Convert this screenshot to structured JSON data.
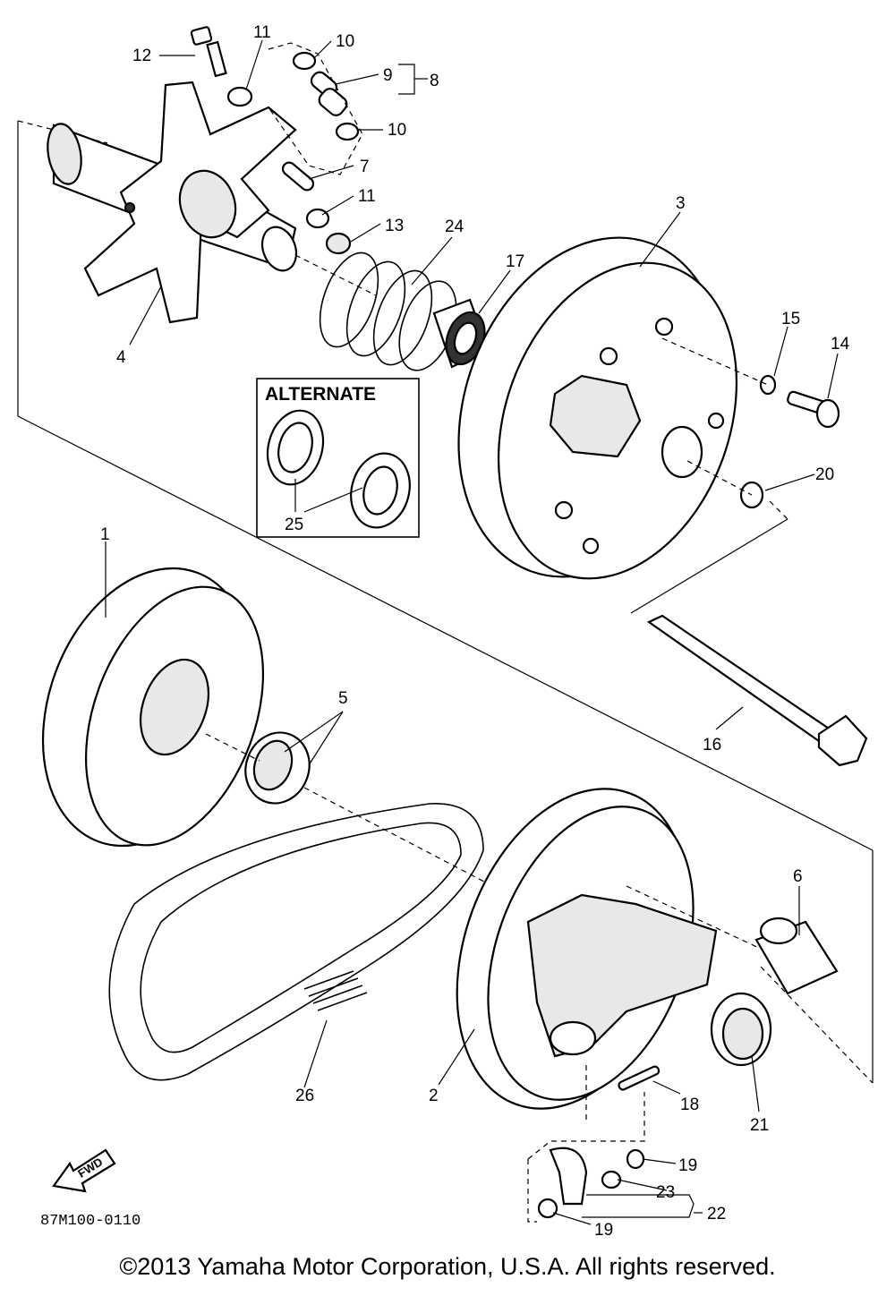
{
  "diagram": {
    "alternate_title": "ALTERNATE",
    "drawing_code": "87M100-0110",
    "fwd_label": "FWD",
    "part_labels": {
      "p1": "1",
      "p2": "2",
      "p3": "3",
      "p4": "4",
      "p5": "5",
      "p6": "6",
      "p7": "7",
      "p8": "8",
      "p9": "9",
      "p10a": "10",
      "p10b": "10",
      "p11a": "11",
      "p11b": "11",
      "p12": "12",
      "p13": "13",
      "p14": "14",
      "p15": "15",
      "p16": "16",
      "p17": "17",
      "p18": "18",
      "p19a": "19",
      "p19b": "19",
      "p20": "20",
      "p21": "21",
      "p22": "22",
      "p23": "23",
      "p24": "24",
      "p25": "25",
      "p26": "26"
    }
  },
  "footer": {
    "copyright": "©2013 Yamaha Motor Corporation, U.S.A. All rights reserved."
  }
}
